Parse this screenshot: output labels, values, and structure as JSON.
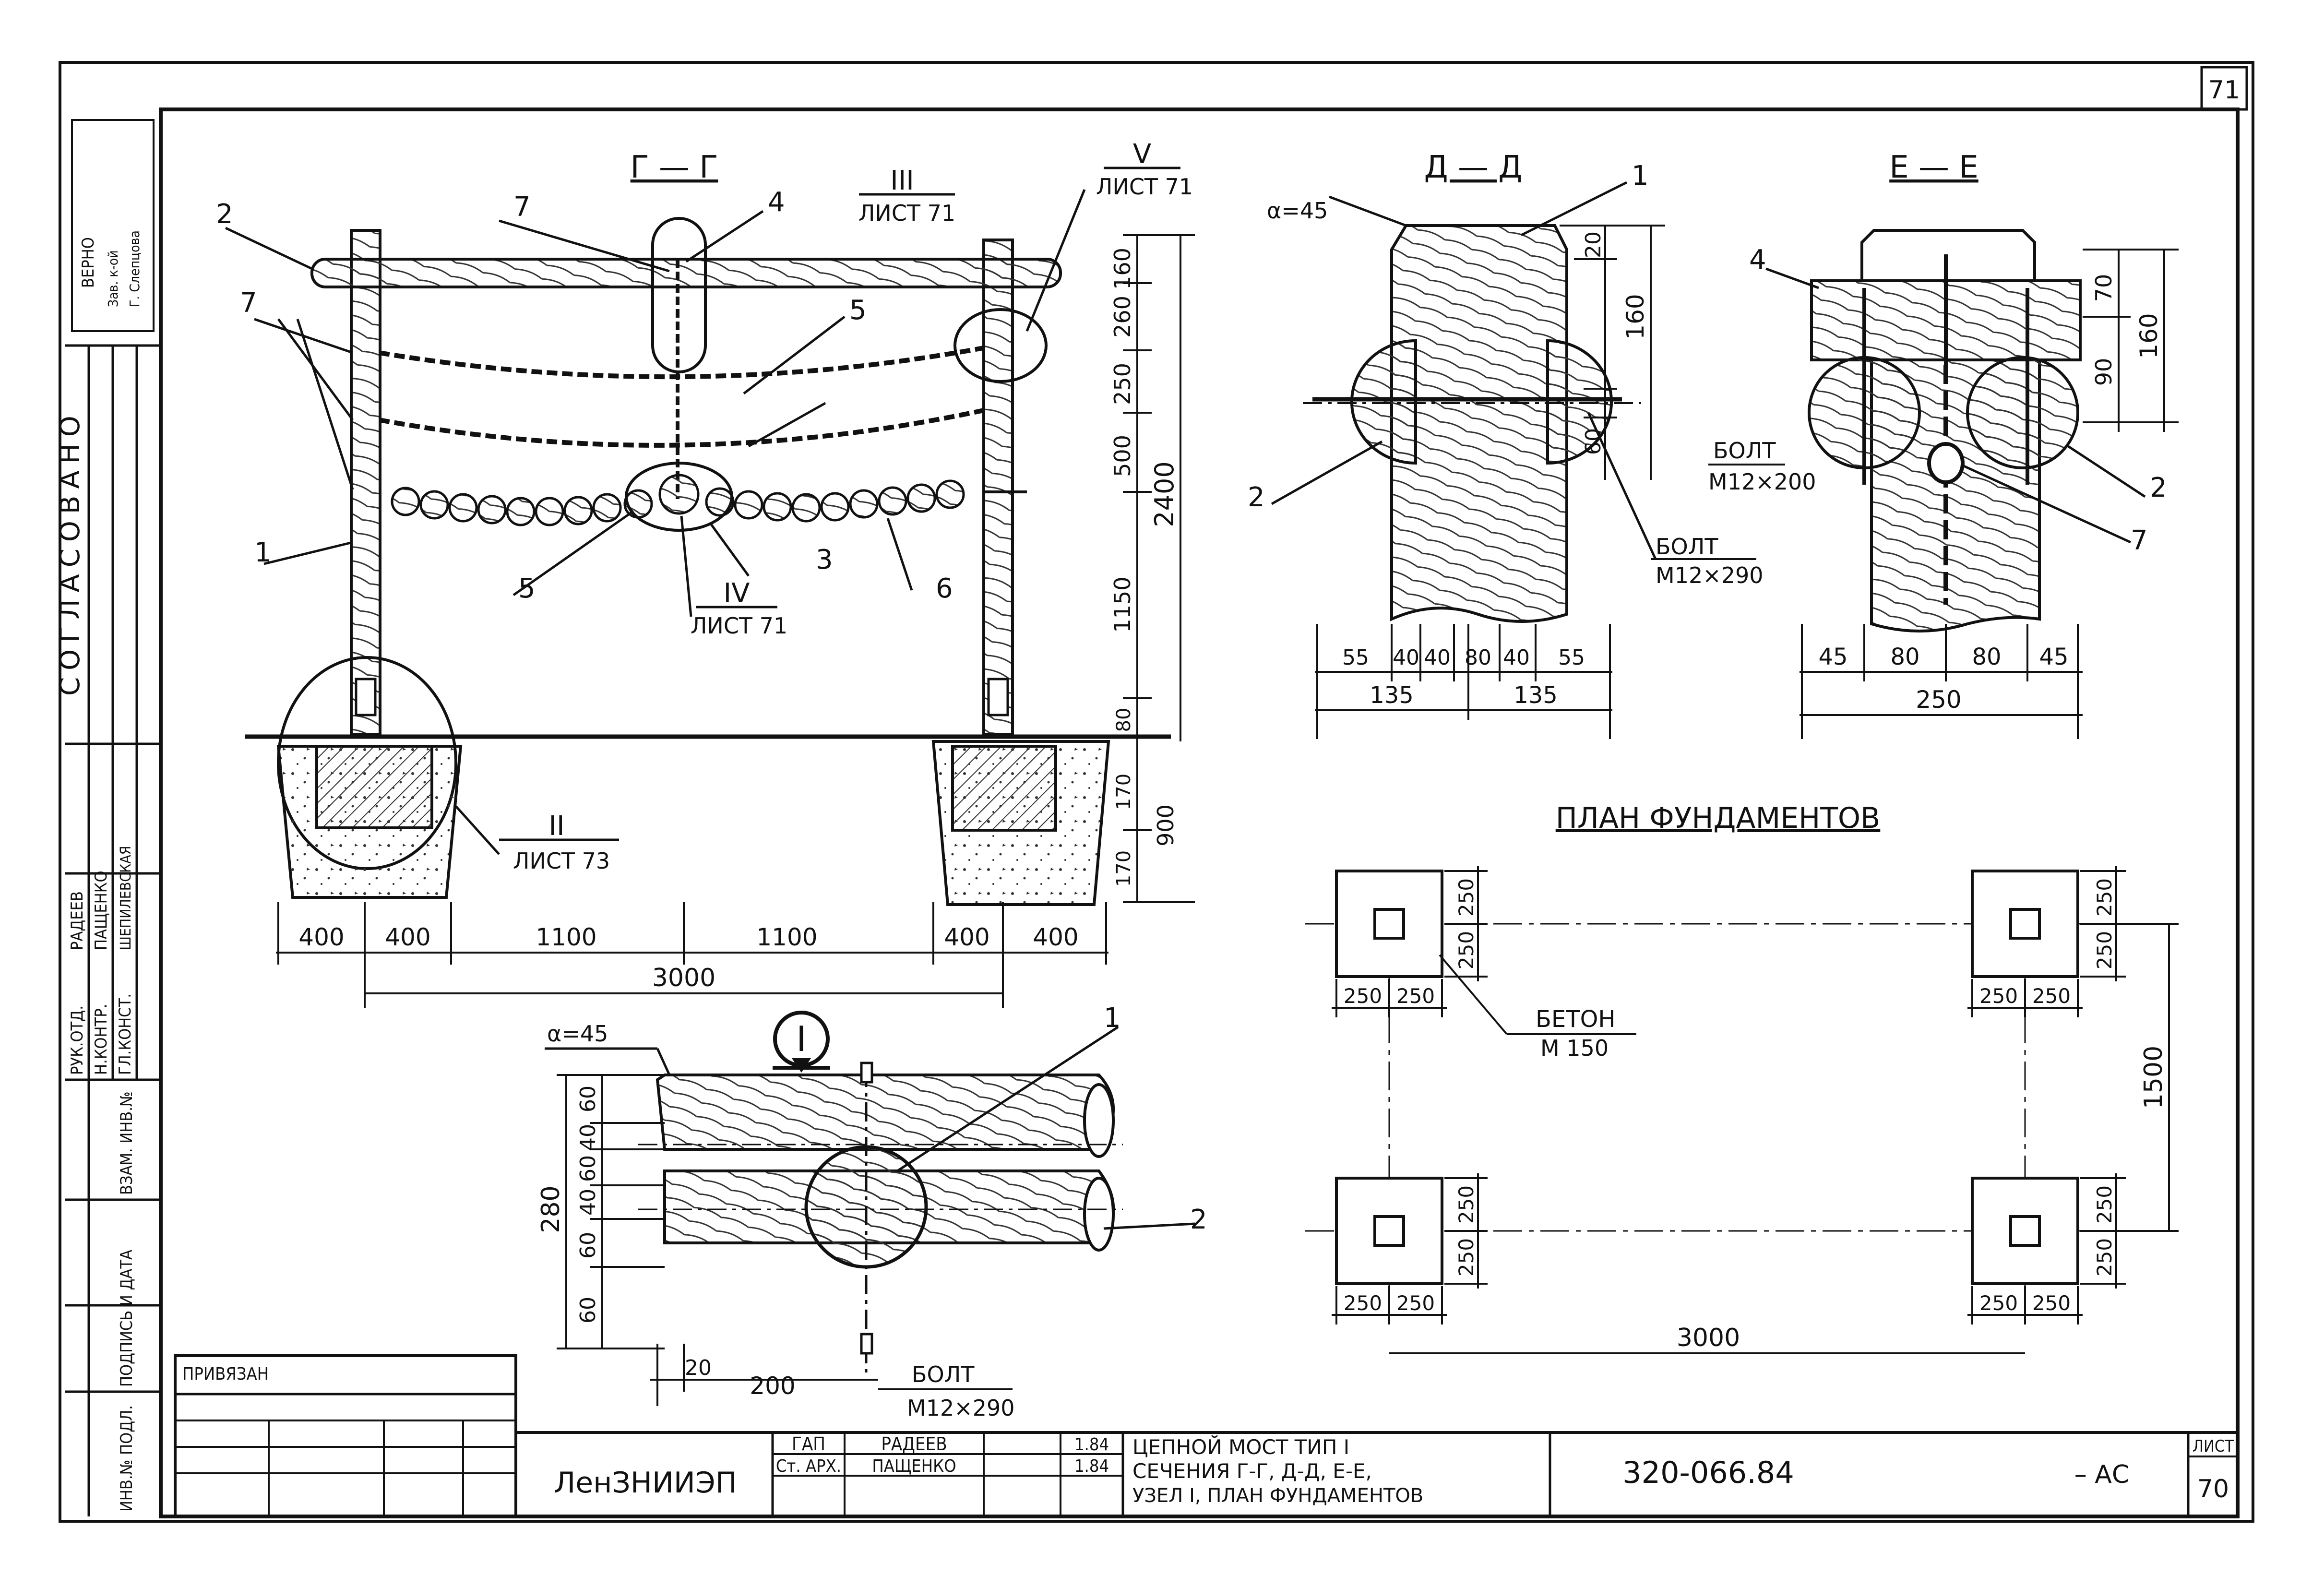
{
  "sheet_corner_number": "71",
  "approval_stamp": [
    "ВЕРНО",
    "Зав. к-ой",
    "Г. Слепцова"
  ],
  "left_margin": {
    "agreed": "СОГЛАСОВАНО",
    "roles": [
      "РУК.ОТД.",
      "Н.КОНТР.",
      "ГЛ.КОНСТ."
    ],
    "names": [
      "РАДЕЕВ",
      "ПАЩЕНКО",
      "ШЕПИЛЕВСКАЯ"
    ],
    "columns": [
      "ИНВ.№ ПОДЛ.",
      "ПОДПИСЬ И ДАТА",
      "ВЗАМ. ИНВ.№"
    ]
  },
  "views": {
    "gg": {
      "title": "Г — Г",
      "callouts": [
        "2",
        "7",
        "4",
        "7",
        "5",
        "5",
        "1",
        "3",
        "6"
      ],
      "ref_iii": {
        "num": "III",
        "sheet": "ЛИСТ 71"
      },
      "ref_v": {
        "num": "V",
        "sheet": "ЛИСТ 71"
      },
      "ref_iv": {
        "num": "IV",
        "sheet": "ЛИСТ 71"
      },
      "ref_ii": {
        "num": "II",
        "sheet": "ЛИСТ 73"
      },
      "dims_right": [
        "160",
        "260",
        "250",
        "500",
        "1150",
        "80"
      ],
      "dim_total_height": "2400",
      "dims_foundation": [
        "170",
        "170"
      ],
      "dim_foundation_depth": "900",
      "dims_bottom": [
        "400",
        "400",
        "1100",
        "1100",
        "400",
        "400"
      ],
      "dim_total_width": "3000"
    },
    "dd": {
      "title": "Д — Д",
      "angle": "α=45",
      "callouts": [
        "1",
        "2"
      ],
      "dims_right": [
        "20",
        "160",
        "60"
      ],
      "bolt_label": "БОЛТ",
      "bolt_size": "М12×290",
      "dims_bottom": [
        "55",
        "40",
        "40",
        "80",
        "40",
        "55"
      ],
      "dims_total": [
        "135",
        "135"
      ]
    },
    "ee": {
      "title": "Е — Е",
      "callouts": [
        "4",
        "2",
        "7"
      ],
      "dims_right": [
        "70",
        "90",
        "160"
      ],
      "bolt_label": "БОЛТ",
      "bolt_size": "М12×200",
      "dims_bottom": [
        "45",
        "80",
        "80",
        "45"
      ],
      "dim_total": "250"
    },
    "node1": {
      "marker": "I",
      "angle": "α=45",
      "callouts": [
        "1",
        "2"
      ],
      "dims_left": [
        "60",
        "40",
        "60",
        "40",
        "60",
        "60"
      ],
      "dim_total": "280",
      "dims_bottom": [
        "20",
        "200"
      ],
      "bolt_label": "БОЛТ",
      "bolt_size": "М12×290"
    },
    "plan": {
      "title": "ПЛАН ФУНДАМЕНТОВ",
      "pad_dims": [
        "250",
        "250"
      ],
      "concrete_label": "БЕТОН",
      "concrete_grade": "М 150",
      "dim_span": "3000",
      "dim_depth": "1500"
    }
  },
  "title_block": {
    "bound": "ПРИВЯЗАН",
    "org": "ЛенЗНИИЭП",
    "rows": [
      {
        "role": "ГАП",
        "name": "РАДЕЕВ",
        "date": "1.84"
      },
      {
        "role": "Ст. АРХ.",
        "name": "ПАЩЕНКО",
        "date": "1.84"
      }
    ],
    "title_lines": [
      "ЦЕПНОЙ МОСТ ТИП I",
      "СЕЧЕНИЯ Г-Г, Д-Д, Е-Е,",
      "УЗЕЛ I, ПЛАН ФУНДАМЕНТОВ"
    ],
    "code": "320-066.84",
    "suffix": "– АС",
    "sheet_label": "ЛИСТ",
    "sheet_number": "70"
  },
  "colors": {
    "ink": "#111111",
    "paper": "#ffffff",
    "hatch": "#333333"
  }
}
